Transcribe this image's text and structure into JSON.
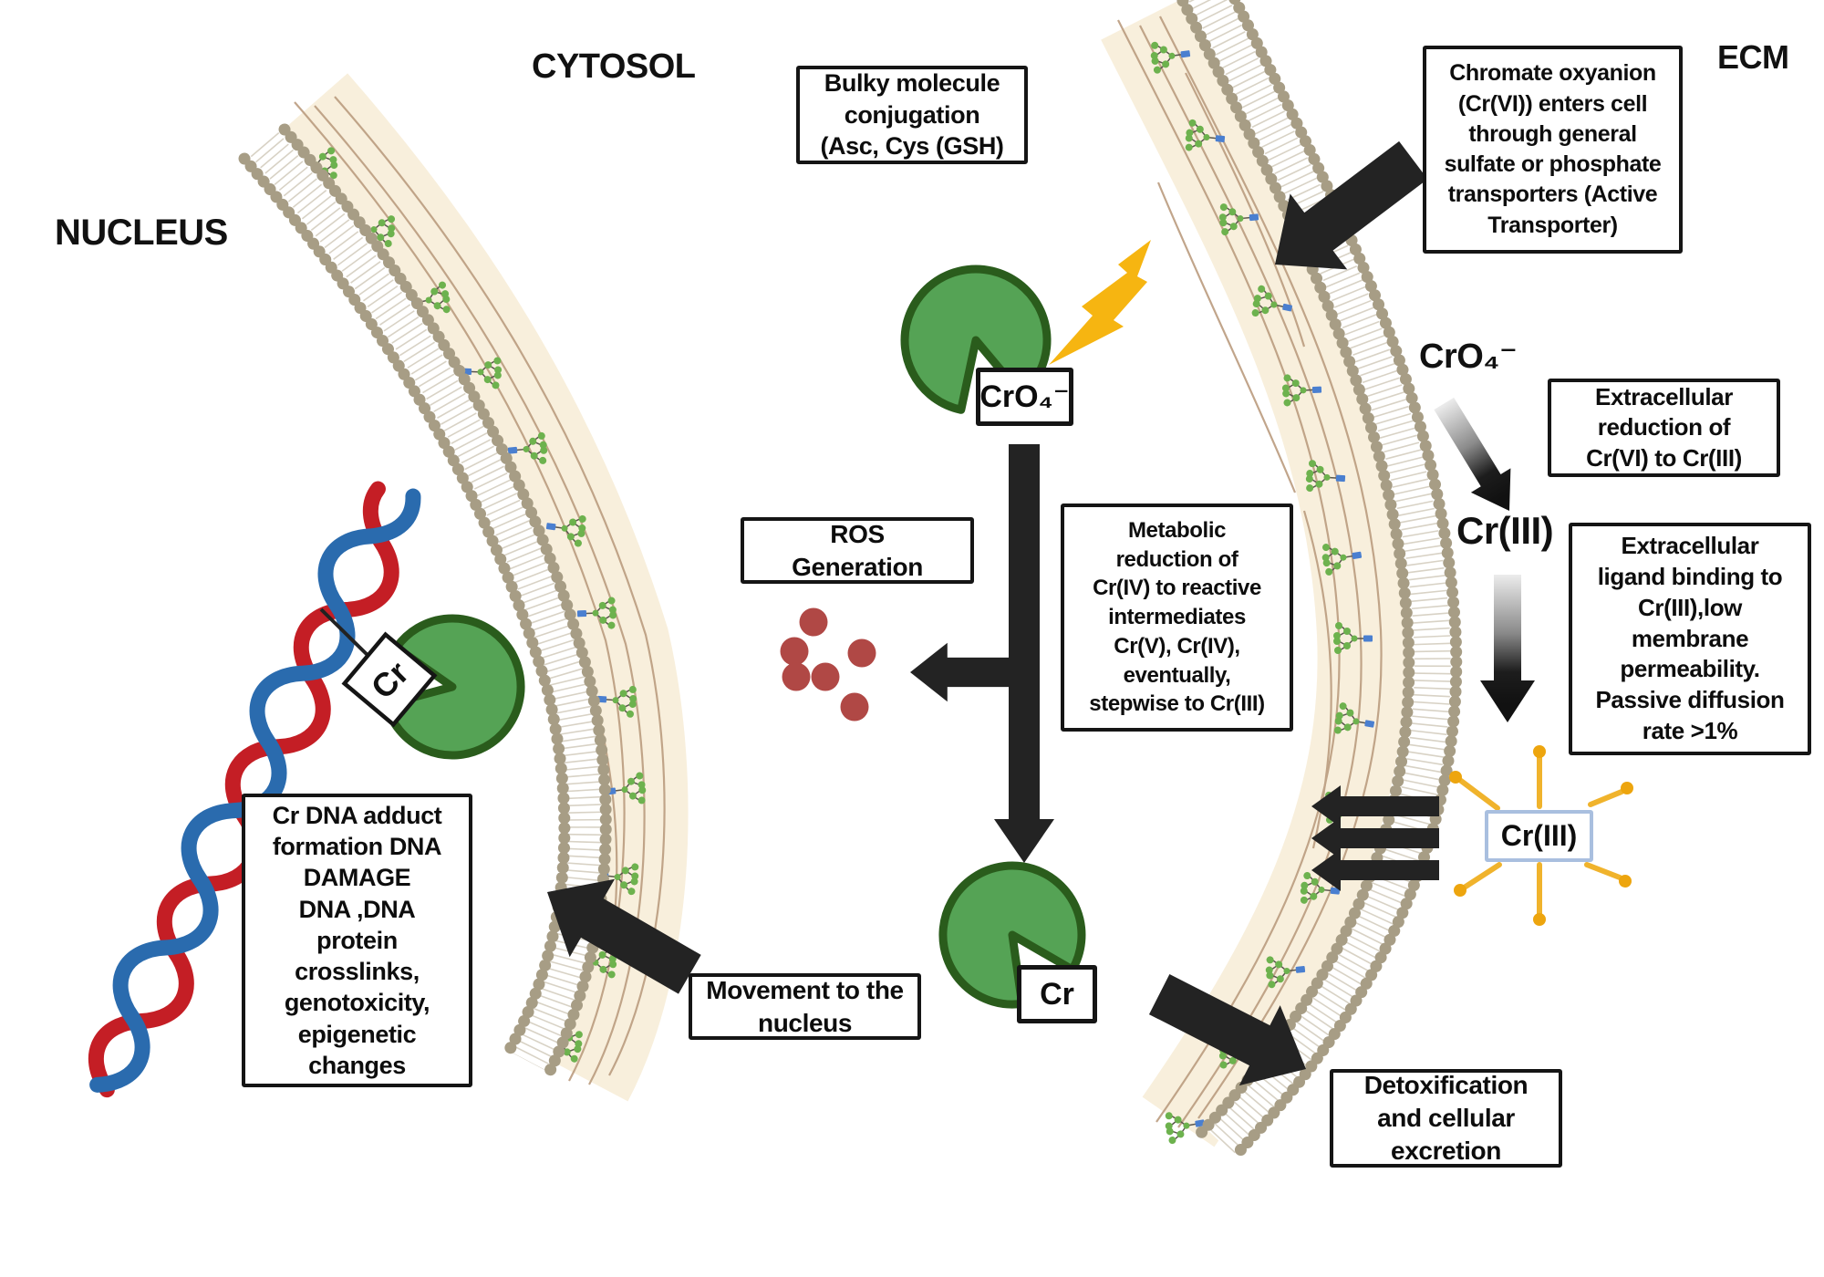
{
  "labels": {
    "nucleus": "NUCLEUS",
    "cytosol": "CYTOSOL",
    "ecm": "ECM",
    "cro4_membrane": "CrO₄⁻",
    "cr3_free": "Cr(III)"
  },
  "boxes": {
    "bulky": "Bulky molecule\nconjugation\n(Asc, Cys (GSH)",
    "chromate_entry": "Chromate oxyanion\n(Cr(VI)) enters cell\nthrough general\nsulfate or phosphate\ntransporters (Active\nTransporter)",
    "ros": "ROS\nGeneration",
    "metabolic": "Metabolic\nreduction of\nCr(IV) to reactive\nintermediates\nCr(V), Cr(IV),\neventually,\nstepwise to Cr(III)",
    "extracellular_reduction": "Extracellular\nreduction of\nCr(VI) to Cr(III)",
    "extracellular_ligand": "Extracellular\nligand binding to\nCr(III),low\nmembrane\npermeability.\nPassive diffusion\nrate >1%",
    "movement": "Movement to the\nnucleus",
    "dna_damage": "Cr DNA adduct\nformation DNA\nDAMAGE\nDNA ,DNA\nprotein\ncrosslinks,\ngenotoxicity,\nepigenetic\nchanges",
    "detox": "Detoxification\nand cellular\nexcretion"
  },
  "molecules": {
    "cro4_box": "CrO₄⁻",
    "cr_box": "Cr",
    "cr_diamond": "Cr",
    "cr3_ligand": "Cr(III)"
  },
  "icons": {
    "enzyme": "pacman-enzyme",
    "ros": "ros-dots",
    "lightning": "lightning-bolt",
    "dna": "dna-double-helix",
    "ligand_star": "cr3-ligand-complex",
    "membrane": "lipid-bilayer-with-ecm"
  },
  "colors": {
    "enzyme_green": "#55a355",
    "enzyme_stroke": "#2a5c1c",
    "lightning_yellow": "#f6b511",
    "ros_dot": "#b04845",
    "dna_red": "#c41e25",
    "dna_blue": "#2a6bae",
    "ligand_yellow": "#f0b32c",
    "ligand_dot": "#eda50e",
    "cr3_box_border": "#a9bfdf",
    "membrane_head": "#a79d85",
    "ecm_fill": "#f8efdc",
    "fiber_brown": "#bb9c7f",
    "glycan_green": "#6db24e",
    "glycan_blue": "#4a7fd0",
    "arrow_black": "#232323"
  }
}
